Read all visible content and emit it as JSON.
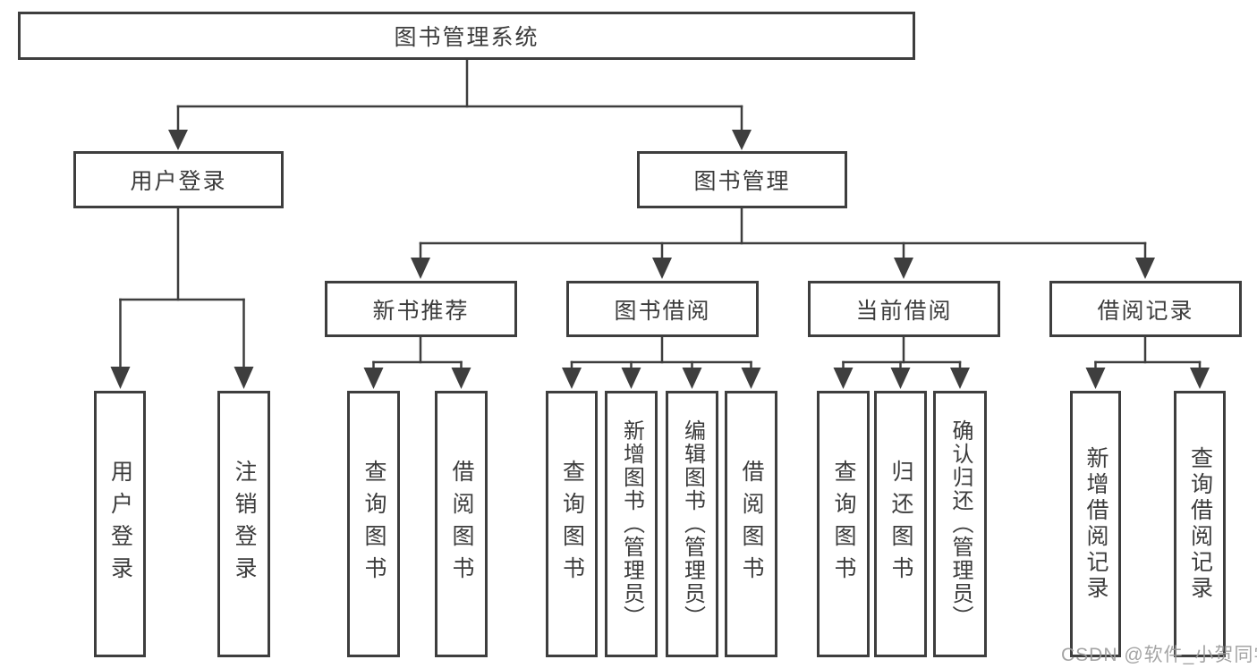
{
  "tree": {
    "root": "图书管理系统",
    "children": [
      {
        "label": "用户登录",
        "children": [
          {
            "label": "用户登录"
          },
          {
            "label": "注销登录"
          }
        ]
      },
      {
        "label": "图书管理",
        "children": [
          {
            "label": "新书推荐",
            "children": [
              {
                "label": "查询图书"
              },
              {
                "label": "借阅图书"
              }
            ]
          },
          {
            "label": "图书借阅",
            "children": [
              {
                "label": "查询图书"
              },
              {
                "label": "新增图书（管理员）"
              },
              {
                "label": "编辑图书（管理员）"
              },
              {
                "label": "借阅图书"
              }
            ]
          },
          {
            "label": "当前借阅",
            "children": [
              {
                "label": "查询图书"
              },
              {
                "label": "归还图书"
              },
              {
                "label": "确认归还（管理员）"
              }
            ]
          },
          {
            "label": "借阅记录",
            "children": [
              {
                "label": "新增借阅记录"
              },
              {
                "label": "查询借阅记录"
              }
            ]
          }
        ]
      }
    ]
  },
  "watermark": {
    "text": "CSDN @软件_小贺同学"
  },
  "colors": {
    "page_background": "#ffffff",
    "box_background": "#ffffff",
    "box_border": "#3e3e3e",
    "line": "#3e3e3e",
    "text": "#3c3c3c",
    "watermark": "#9b9b9b"
  }
}
